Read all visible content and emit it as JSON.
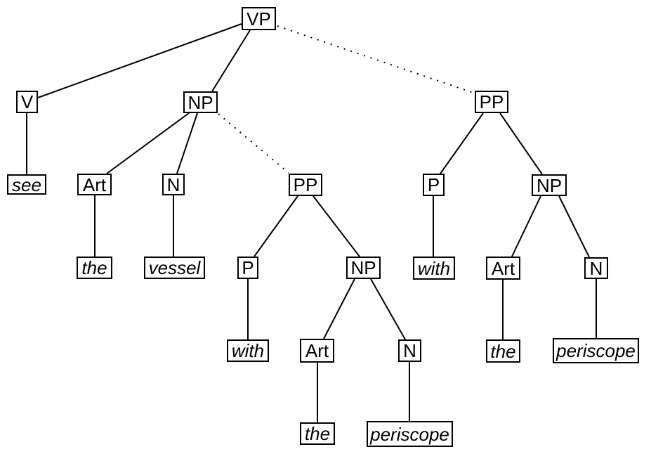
{
  "diagram": {
    "type": "syntax-parse-tree",
    "colors": {
      "background": "#ffffff",
      "box_border": "#000000",
      "text": "#000000",
      "edge_solid": "#000000",
      "edge_dotted": "#000000"
    },
    "nodes": {
      "vp": {
        "label": "VP",
        "kind": "phrase"
      },
      "v": {
        "label": "V",
        "kind": "category"
      },
      "np_obj": {
        "label": "NP",
        "kind": "phrase"
      },
      "pp_high": {
        "label": "PP",
        "kind": "phrase"
      },
      "see": {
        "label": "see",
        "kind": "word"
      },
      "art_obj": {
        "label": "Art",
        "kind": "category"
      },
      "n_obj": {
        "label": "N",
        "kind": "category"
      },
      "pp_low": {
        "label": "PP",
        "kind": "phrase"
      },
      "p_high": {
        "label": "P",
        "kind": "category"
      },
      "np_high": {
        "label": "NP",
        "kind": "phrase"
      },
      "the_obj": {
        "label": "the",
        "kind": "word"
      },
      "vessel": {
        "label": "vessel",
        "kind": "word"
      },
      "p_low": {
        "label": "P",
        "kind": "category"
      },
      "np_low": {
        "label": "NP",
        "kind": "phrase"
      },
      "with_high": {
        "label": "with",
        "kind": "word"
      },
      "art_high": {
        "label": "Art",
        "kind": "category"
      },
      "n_high": {
        "label": "N",
        "kind": "category"
      },
      "with_low": {
        "label": "with",
        "kind": "word"
      },
      "art_low": {
        "label": "Art",
        "kind": "category"
      },
      "n_low": {
        "label": "N",
        "kind": "category"
      },
      "the_high": {
        "label": "the",
        "kind": "word"
      },
      "periscope_high": {
        "label": "periscope",
        "kind": "word"
      },
      "the_low": {
        "label": "the",
        "kind": "word"
      },
      "periscope_low": {
        "label": "periscope",
        "kind": "word"
      }
    },
    "edges": [
      {
        "from": "vp",
        "to": "v",
        "style": "solid"
      },
      {
        "from": "vp",
        "to": "np_obj",
        "style": "solid"
      },
      {
        "from": "vp",
        "to": "pp_high",
        "style": "dotted"
      },
      {
        "from": "v",
        "to": "see",
        "style": "solid"
      },
      {
        "from": "np_obj",
        "to": "art_obj",
        "style": "solid"
      },
      {
        "from": "np_obj",
        "to": "n_obj",
        "style": "solid"
      },
      {
        "from": "np_obj",
        "to": "pp_low",
        "style": "dotted"
      },
      {
        "from": "art_obj",
        "to": "the_obj",
        "style": "solid"
      },
      {
        "from": "n_obj",
        "to": "vessel",
        "style": "solid"
      },
      {
        "from": "pp_low",
        "to": "p_low",
        "style": "solid"
      },
      {
        "from": "pp_low",
        "to": "np_low",
        "style": "solid"
      },
      {
        "from": "p_low",
        "to": "with_low",
        "style": "solid"
      },
      {
        "from": "np_low",
        "to": "art_low",
        "style": "solid"
      },
      {
        "from": "np_low",
        "to": "n_low",
        "style": "solid"
      },
      {
        "from": "art_low",
        "to": "the_low",
        "style": "solid"
      },
      {
        "from": "n_low",
        "to": "periscope_low",
        "style": "solid"
      },
      {
        "from": "pp_high",
        "to": "p_high",
        "style": "solid"
      },
      {
        "from": "pp_high",
        "to": "np_high",
        "style": "solid"
      },
      {
        "from": "p_high",
        "to": "with_high",
        "style": "solid"
      },
      {
        "from": "np_high",
        "to": "art_high",
        "style": "solid"
      },
      {
        "from": "np_high",
        "to": "n_high",
        "style": "solid"
      },
      {
        "from": "art_high",
        "to": "the_high",
        "style": "solid"
      },
      {
        "from": "n_high",
        "to": "periscope_high",
        "style": "solid"
      }
    ]
  }
}
